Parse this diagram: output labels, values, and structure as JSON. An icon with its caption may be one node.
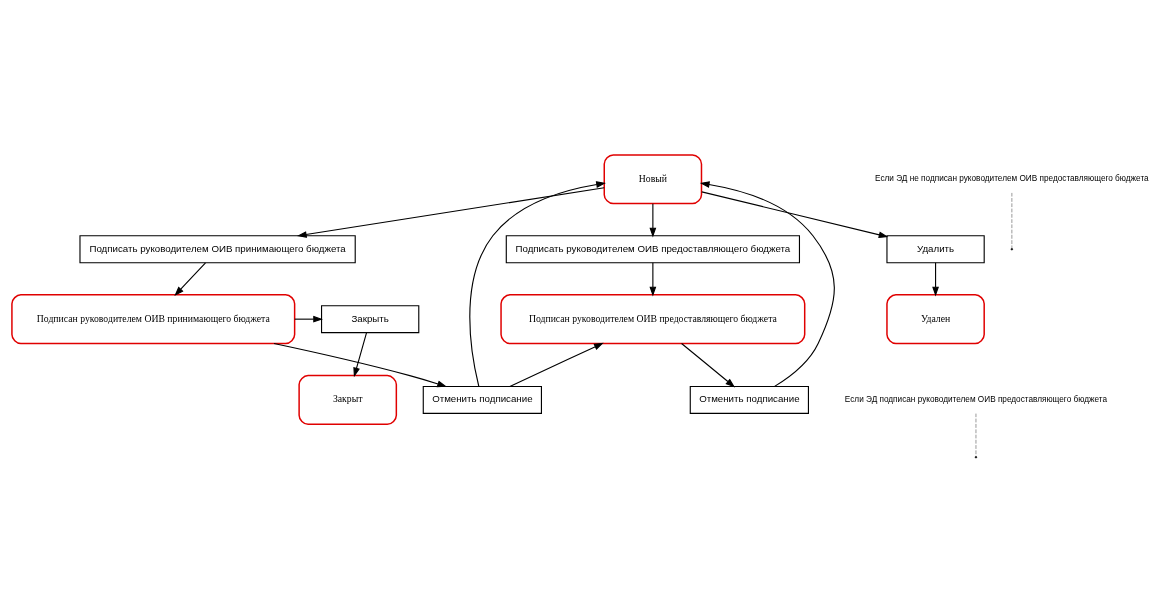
{
  "diagram": {
    "nodes": [
      {
        "text": [
          "Новый"
        ]
      },
      {
        "text": [
          "Подписать руководителем ОИВ принимающего бюджета"
        ]
      },
      {
        "text": [
          "Подписать руководителем ОИВ предоставляющего бюджета"
        ]
      },
      {
        "text": [
          "Удалить"
        ]
      },
      {
        "text": [
          "Подписан руководителем ОИВ принимающего бюджета"
        ]
      },
      {
        "text": [
          "Подписан руководителем ОИВ предоставляющего бюджета"
        ]
      },
      {
        "text": [
          "Удален"
        ]
      },
      {
        "text": [
          "Закрыть"
        ]
      },
      {
        "text": [
          "Закрыт"
        ]
      },
      {
        "text": [
          "Отменить подписание"
        ]
      },
      {
        "text": [
          "Отменить подписание"
        ]
      },
      {
        "text": [
          "Если ЭД подписан руководителем ОИВ предоставляющего бюджета"
        ]
      },
      {
        "text": [
          "Если ЭД не подписан руководителем ОИВ предоставляющего бюджета"
        ]
      }
    ],
    "edges": [
      {
        "from": 0,
        "to": 1,
        "arrow": "to"
      },
      {
        "from": 0,
        "to": 2,
        "arrow": "to"
      },
      {
        "from": 0,
        "to": 3,
        "arrow": "to"
      },
      {
        "from": 1,
        "to": 4,
        "arrow": "to"
      },
      {
        "from": 2,
        "to": 5,
        "arrow": "to"
      },
      {
        "from": 3,
        "to": 6,
        "arrow": "to"
      },
      {
        "from": 4,
        "to": 7,
        "arrow": "to"
      },
      {
        "from": 7,
        "to": 8,
        "arrow": "to"
      },
      {
        "from": 4,
        "to": 9,
        "arrow": "to"
      },
      {
        "from": 5,
        "to": 10,
        "arrow": "to"
      },
      {
        "from": 9,
        "to": 0,
        "arrow": "to"
      },
      {
        "from": 9,
        "to": 5,
        "arrow": "to"
      },
      {
        "from": 10,
        "to": 0,
        "arrow": "to"
      },
      {
        "from": 11,
        "to": null,
        "arrow": "none",
        "style": "dashed"
      },
      {
        "from": 12,
        "to": null,
        "arrow": "none",
        "style": "dashed"
      }
    ]
  }
}
